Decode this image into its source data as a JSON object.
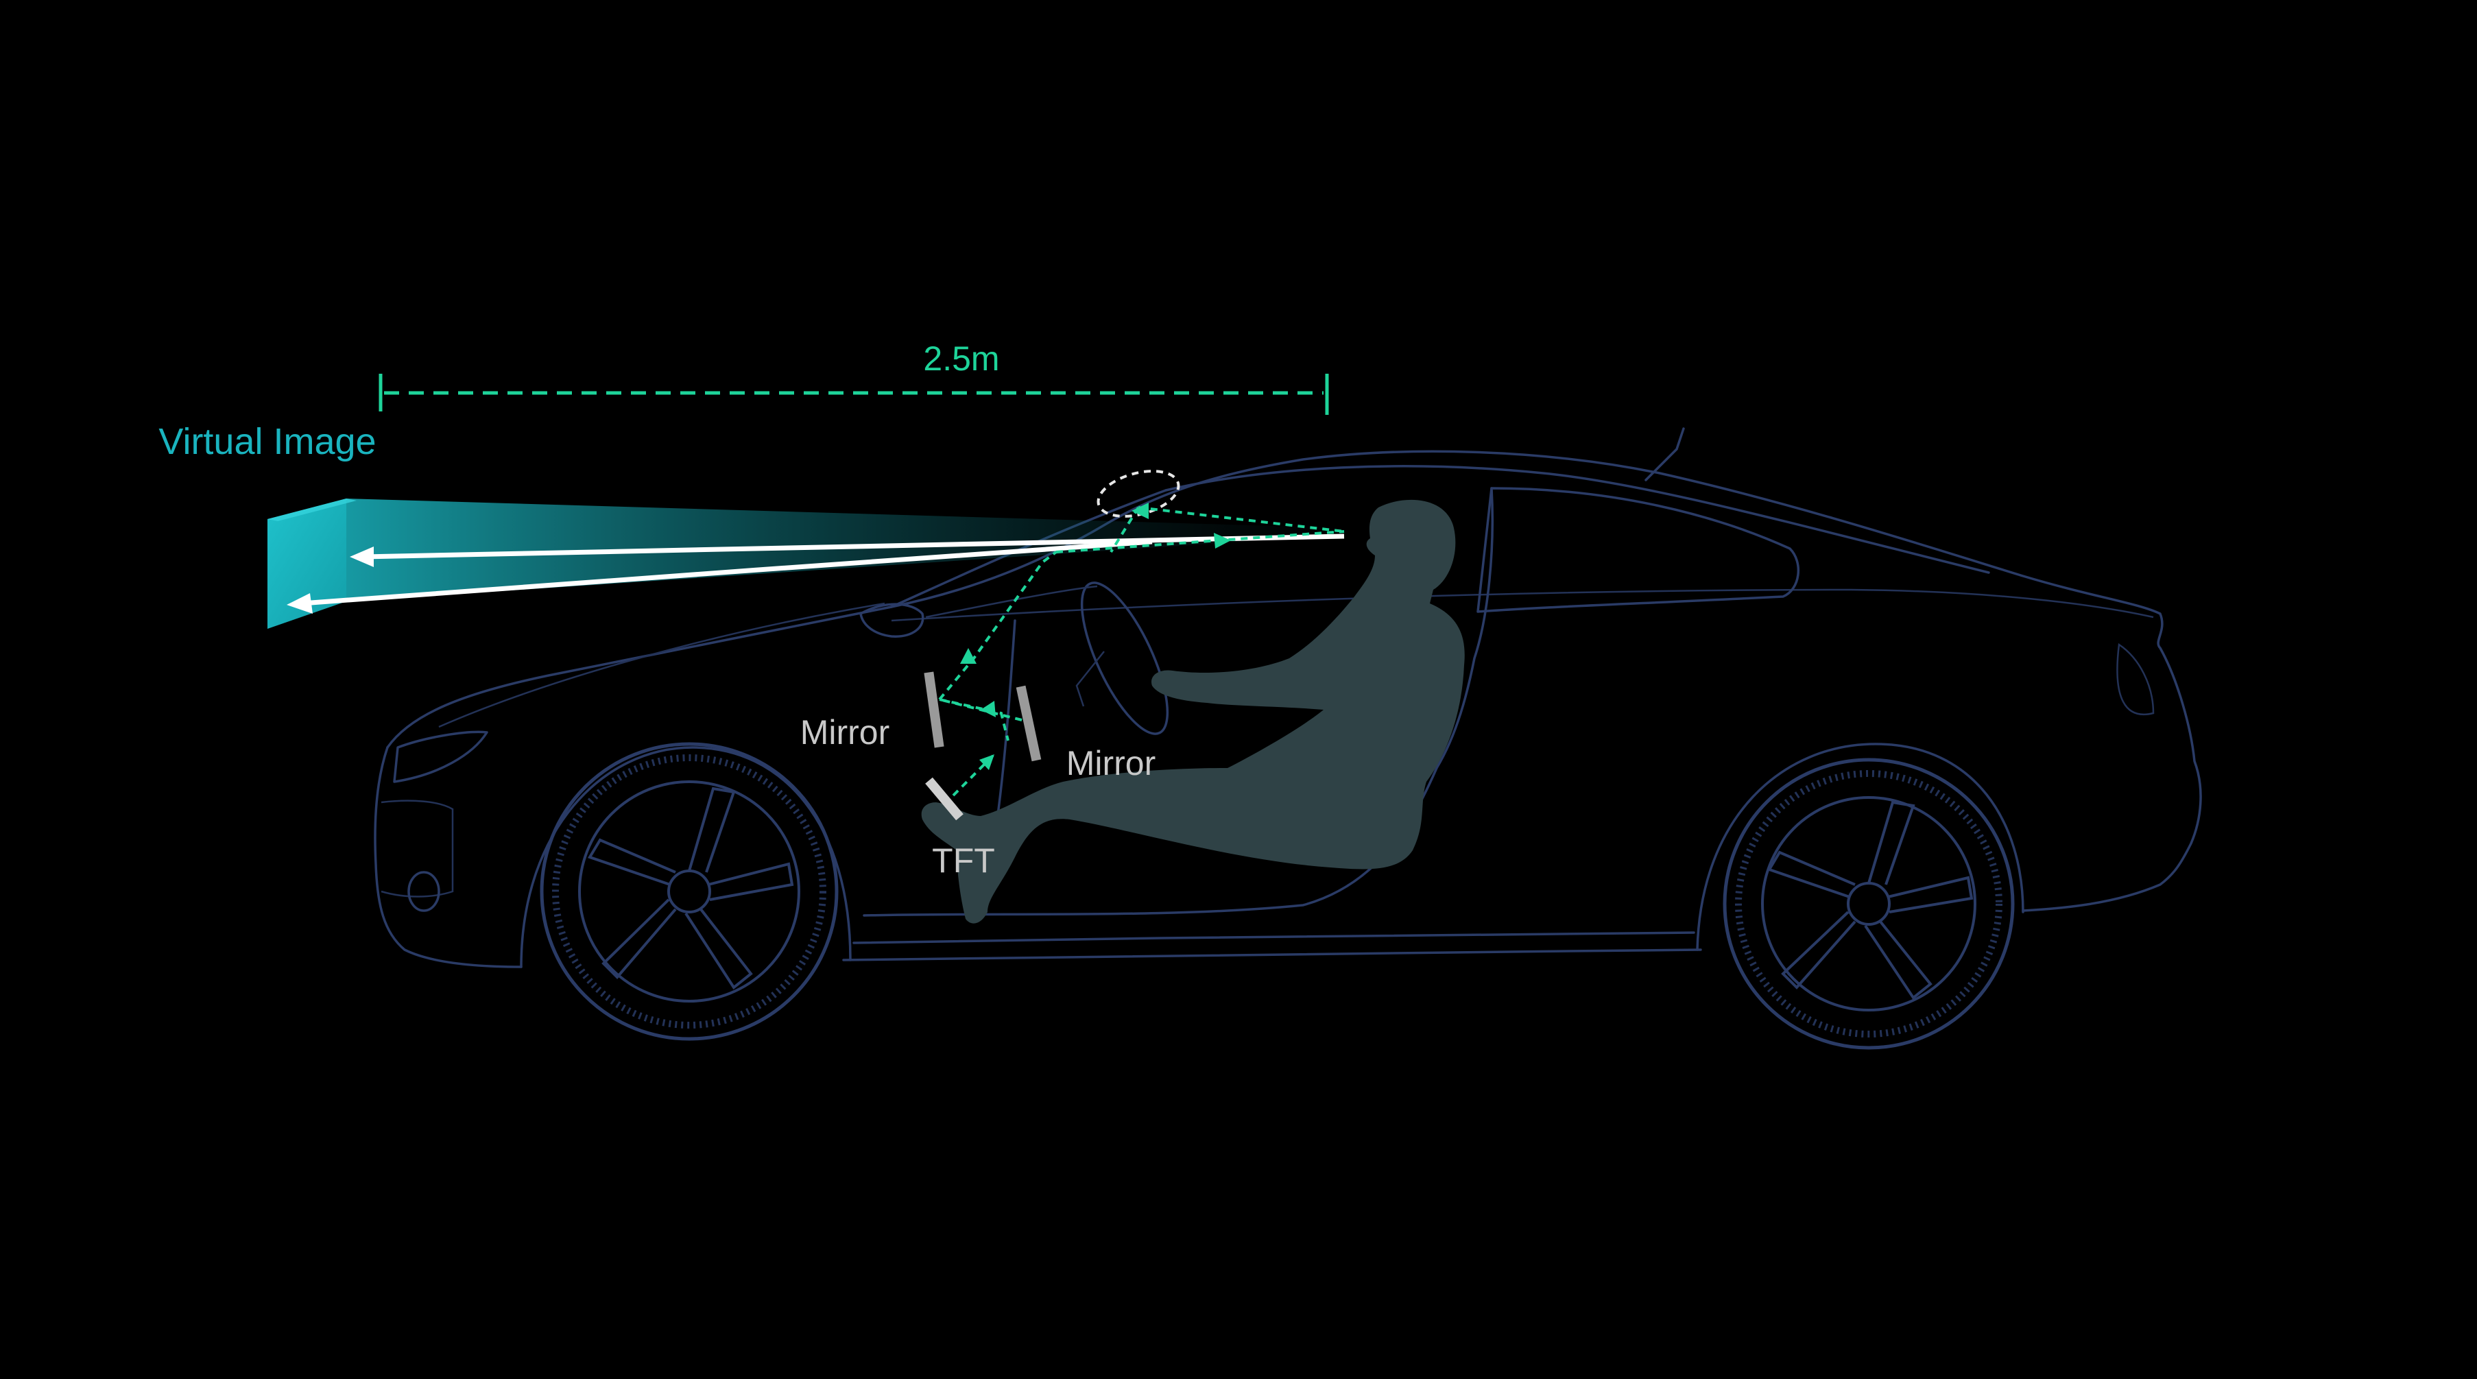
{
  "labels": {
    "distance": "2.5m",
    "virtual_image": "Virtual Image",
    "mirror_left": "Mirror",
    "mirror_right": "Mirror",
    "tft": "TFT"
  },
  "colors": {
    "background": "#000000",
    "accent_green": "#1ed49a",
    "virtual_image_cyan": "#1ab4bf",
    "label_gray": "#c9c9c9",
    "car_outline": "#2a3b66",
    "driver_silhouette": "#2f4246",
    "mirror_gray": "#9a9a9a"
  }
}
